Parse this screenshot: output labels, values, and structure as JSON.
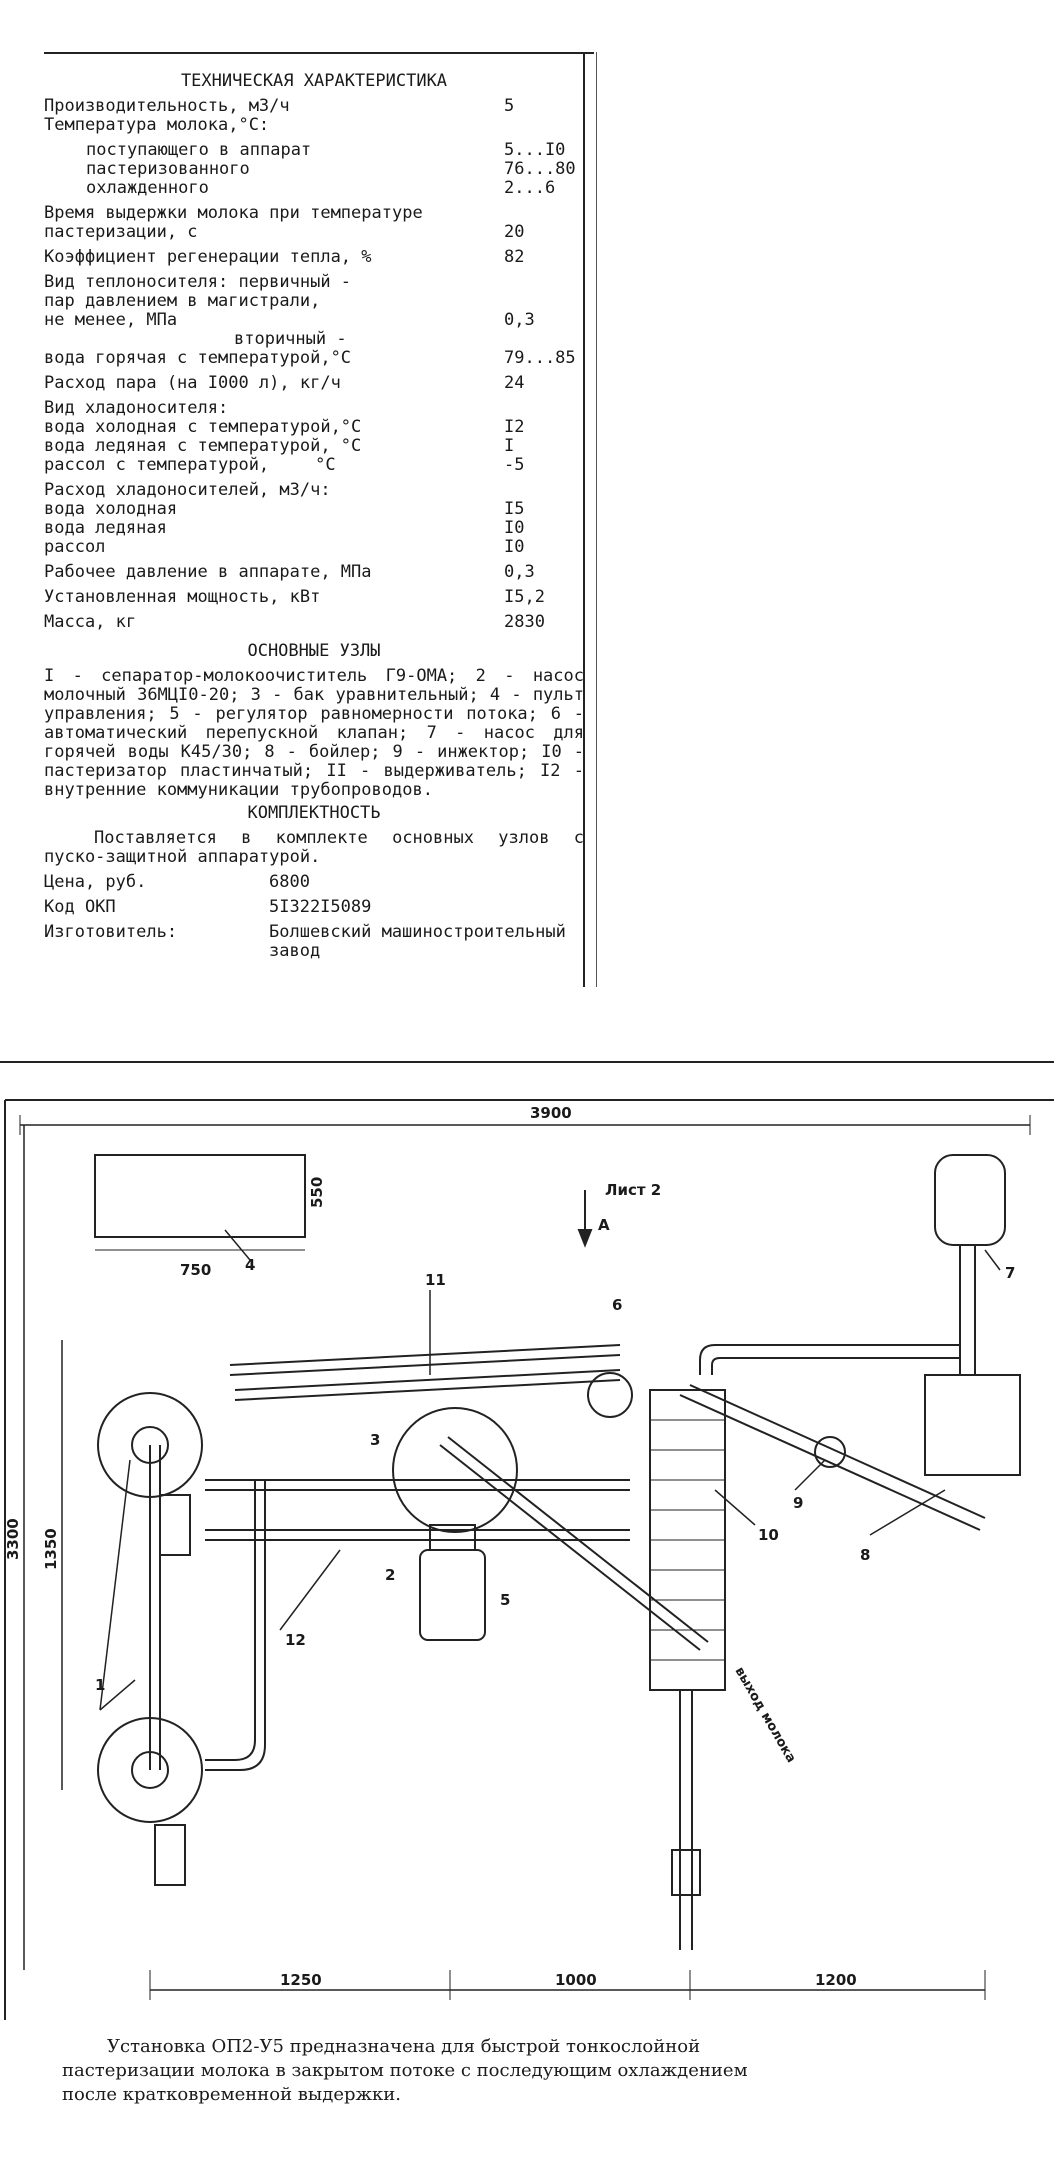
{
  "spec": {
    "title": "ТЕХНИЧЕСКАЯ ХАРАКТЕРИСТИКА",
    "productivity": {
      "label": "Производительность, м3/ч",
      "value": "5"
    },
    "milk_temp": {
      "label": "Температура молока,°С:"
    },
    "milk_in": {
      "label": "поступающего в аппарат",
      "value": "5...I0"
    },
    "milk_past": {
      "label": "пастеризованного",
      "value": "76...80"
    },
    "milk_cool": {
      "label": "охлажденного",
      "value": "2...6"
    },
    "hold_time": {
      "label1": "Время выдержки молока при температуре",
      "label2": "пастеризации, с",
      "value": "20"
    },
    "regen": {
      "label": "Коэффициент регенерации тепла, %",
      "value": "82"
    },
    "heat_carrier": {
      "label1": "Вид теплоносителя: первичный -",
      "label2": "пар давлением в магистрали,",
      "label3": "не менее, МПа",
      "value": "0,3"
    },
    "secondary": {
      "label1": "вторичный -",
      "label2": "вода горячая с температурой,°С",
      "value": "79...85"
    },
    "steam": {
      "label": "Расход пара (на I000 л), кг/ч",
      "value": "24"
    },
    "coolant": {
      "label": "Вид хладоносителя:",
      "cold": "вода холодная с температурой,°С",
      "cold_v": "I2",
      "ice": "вода ледяная с температурой, °С",
      "ice_v": "I",
      "brine": "рассол с температурой,",
      "brine_unit": "°С",
      "brine_v": "-5"
    },
    "coolant_flow": {
      "label": "Расход хладоносителей, м3/ч:",
      "cold": "вода холодная",
      "cold_v": "I5",
      "ice": "вода ледяная",
      "ice_v": "I0",
      "brine": "рассол",
      "brine_v": "I0"
    },
    "pressure": {
      "label": "Рабочее давление в аппарате, МПа",
      "value": "0,3"
    },
    "power": {
      "label": "Установленная мощность, кВт",
      "value": "I5,2"
    },
    "mass": {
      "label": "Масса, кг",
      "value": "2830"
    },
    "units_title": "ОСНОВНЫЕ УЗЛЫ",
    "units_text": "I - сепаратор-молокоочиститель Г9-ОМА; 2 - насос молочный 36МЦI0-20; 3 - бак уравнительный; 4 - пульт управления; 5 - регулятор равномерности потока; 6 - автоматический перепускной клапан; 7 - насос для горячей воды К45/30; 8 - бойлер; 9 - инжектор; I0 - пастеризатор пластинчатый; II - выдерживатель; I2 - внутренние коммуникации трубопроводов.",
    "kit_title": "КОМПЛЕКТНОСТЬ",
    "kit_text": "Поставляется в комплекте основных узлов с пуско-защитной аппаратурой.",
    "price": {
      "label": "Цена, руб.",
      "value": "6800"
    },
    "okp": {
      "label": "Код ОКП",
      "value": "5I322I5089"
    },
    "maker": {
      "label": "Изготовитель:",
      "value": "Болшевский машиностроительный завод"
    }
  },
  "drawing": {
    "dim_top": "3900",
    "dim_left": "3300",
    "dim_mid": "1350",
    "dim_550": "550",
    "dim_750": "750",
    "dim_b1": "1250",
    "dim_b2": "1000",
    "dim_b3": "1200",
    "sheet": "Лист 2",
    "view": "А",
    "outlet": "выход молока",
    "labels": [
      "1",
      "2",
      "3",
      "4",
      "5",
      "6",
      "7",
      "8",
      "9",
      "10",
      "11",
      "12"
    ]
  },
  "caption": "Установка ОП2-У5 предназначена для быстрой тонкослойной пастеризации молока в закрытом потоке с последующим охлаждением после кратковременной выдержки."
}
